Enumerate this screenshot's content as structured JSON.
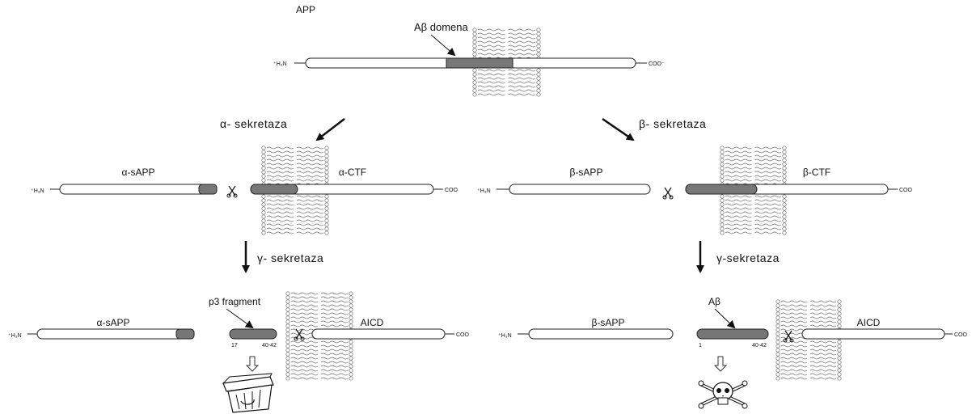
{
  "colors": {
    "background": "#ffffff",
    "line": "#222222",
    "tube_fill": "#ffffff",
    "abeta_fill": "#777777",
    "membrane": "#666666"
  },
  "top": {
    "title": "APP",
    "domain_label": "Aβ domena",
    "n_terminus": "⁺H₃N",
    "c_terminus": "COO⁻"
  },
  "steps": {
    "alpha_secretase": "α- sekretaza",
    "beta_secretase": "β- sekretaza",
    "gamma_secretase_left": "γ- sekretaza",
    "gamma_secretase_right": "γ-sekretaza"
  },
  "alpha_path": {
    "n_terminus": "⁺H₃N",
    "c_terminus": "COO",
    "sapp_label": "α-sAPP",
    "ctf_label": "α-CTF",
    "final_sapp_label": "α-sAPP",
    "fragment_label": "p3 fragment",
    "fragment_start": "17",
    "fragment_end": "40-42",
    "aicd_label": "AICD",
    "outcome_icon": "recycle-bin-icon"
  },
  "beta_path": {
    "n_terminus": "⁺H₃N",
    "c_terminus": "COO",
    "sapp_label": "β-sAPP",
    "ctf_label": "β-CTF",
    "final_sapp_label": "β-sAPP",
    "fragment_label": "Aβ",
    "fragment_start": "1",
    "fragment_end": "40-42",
    "aicd_label": "AICD",
    "outcome_icon": "skull-crossbones-icon"
  }
}
